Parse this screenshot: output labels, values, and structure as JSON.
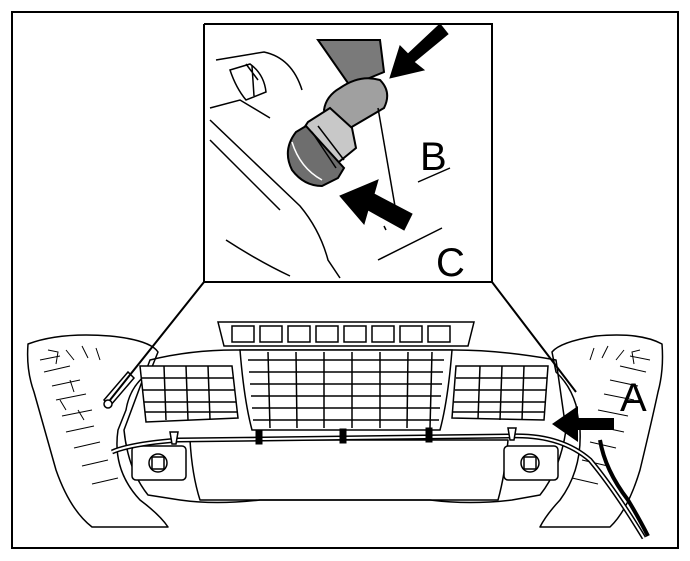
{
  "callouts": {
    "a": "A",
    "b": "B",
    "c": "C"
  },
  "colors": {
    "ink": "#000000",
    "paper": "#ffffff",
    "hose": "#7a7a7a",
    "hose_dark": "#5e5e5e"
  }
}
